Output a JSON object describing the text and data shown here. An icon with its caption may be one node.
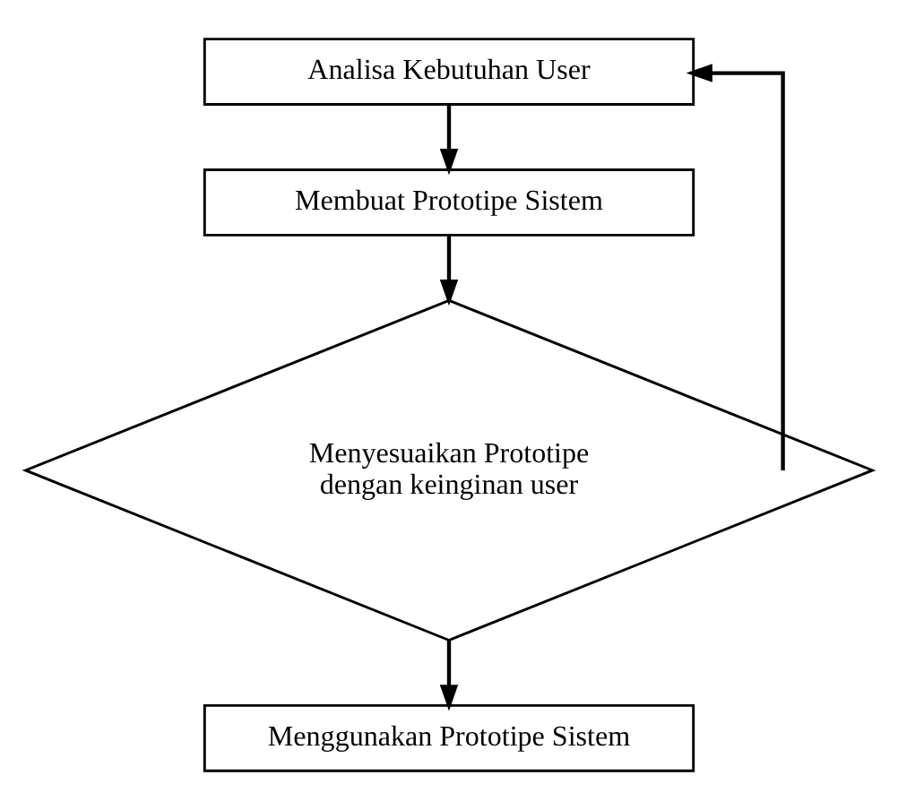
{
  "diagram": {
    "nodes": [
      {
        "text": [
          "Analisa Kebutuhan User"
        ]
      },
      {
        "text": [
          "Membuat Prototipe Sistem"
        ]
      },
      {
        "text": [
          "Menyesuaikan Prototipe dengan keinginan user"
        ]
      },
      {
        "text": [
          "Menggunakan Prototipe Sistem"
        ]
      }
    ],
    "edges": [
      {
        "from": 0,
        "to": 1,
        "arrow": "to"
      },
      {
        "from": 1,
        "to": 2,
        "arrow": "to"
      },
      {
        "from": 2,
        "to": 3,
        "arrow": "to"
      },
      {
        "from": 2,
        "to": 0,
        "arrow": "to"
      }
    ]
  }
}
